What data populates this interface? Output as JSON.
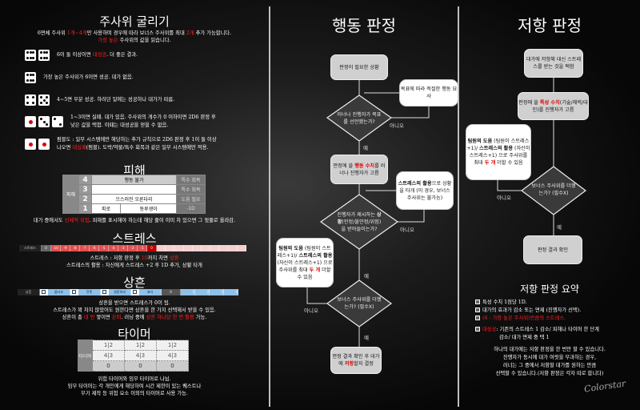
{
  "dice": {
    "title": "주사위 굴리기",
    "intro1": {
      "a": "6면체 주사위 ",
      "b": "1개~4개",
      "c": "만 사용하며 경우에 따라 보너스 주사위를 최대 ",
      "d": "2개",
      "e": " 추가 가능합니다."
    },
    "intro2": {
      "a": "가장 높은",
      "b": " 주사위의 값을 읽습니다."
    },
    "rows": [
      {
        "a": "6이 둘 이상이면 ",
        "b": "대성공",
        "c": ". 더 좋은 결과."
      },
      {
        "a": "가장 높은 주사위가 6이면 성공. 대가 없음."
      },
      {
        "a": "4~5면 부분 성공. 하려던 일에는 성공하나 대가가 따름."
      },
      {
        "a": "1~3이면 실패. 대가 있음. 주사위의 개수가 0 이하이면 2D6 판정 후",
        "b": "낮은 값을 택함. 이때는 대성공을 얻을 수 없음."
      },
      {
        "a": "펌블도 : 일부 시스템에만 해당하는 추가 규칙으로 2D6 판정 후 1이 둘 이상",
        "b": "나오면 ",
        "c": "대실패",
        "d": "(펌블). 도박/약물/특수 회복과 같은 일부 시스템에만 적용."
      }
    ]
  },
  "damage": {
    "title": "피해",
    "side": "피해",
    "rows": [
      {
        "num": "4",
        "cells": [
          "행동 불가"
        ],
        "right": "특수 회복"
      },
      {
        "num": "3",
        "cells": [
          ""
        ],
        "right": "특수 회복"
      },
      {
        "num": "2",
        "cells": [
          "으스러진 오른다리"
        ],
        "right": "도움 필요"
      },
      {
        "num": "1",
        "cells": [
          "피로",
          "동루생이"
        ],
        "right": "-1D"
      }
    ],
    "note": {
      "a": "대가 중에서도 ",
      "b": "신체적 위험",
      "c": ". 피해를 표시해야 하는데 해당 줄이 이미 차 있으면 그 윗줄로 올라감."
    }
  },
  "stress": {
    "title": "스트레스",
    "label": "스트레스",
    "zero": "0",
    "neg": [
      "-10",
      "-9",
      "-8",
      "-7",
      "-6",
      "-5",
      "-4",
      "-3",
      "-2",
      "-1"
    ],
    "current": "0",
    "pos": [
      "1",
      "2",
      "3",
      "4",
      "5",
      "6",
      "7",
      "8",
      "9",
      "10"
    ],
    "fill_color": "#e05050",
    "current_color": "#c00000",
    "line1": {
      "a": "스트레스 : 저항 판정 후 ",
      "b": "10",
      "c": "까지 차면 ",
      "d": "상흔"
    },
    "line2": "스트레스의 활용 : 자신에게 스트레스 +2 후 1D 추가, 상황 타개"
  },
  "trauma": {
    "title": "상흔",
    "label": "상흔",
    "items": [
      "불사조",
      "잔혹",
      "영혼파괴",
      "표식"
    ],
    "zero": "0",
    "levels": [
      "1",
      "2",
      "3",
      "4"
    ],
    "accent": "#8ec0ea",
    "line1": "상흔을 받으면 스트레스가 0이 됨.",
    "line2": "스트레스가 꽉 차지 않았어도 원한다면 상흔을 한 가지 선택해서 받을 수 있음.",
    "line3": {
      "a": "상흔이 총 ",
      "b": "네 번",
      "c": " 쌓이면 ",
      "d": "은퇴",
      "e": ". 러닝 중에 ",
      "f": "상흔 하나당 한 번 활용",
      "g": " 가능."
    }
  },
  "timer": {
    "title": "타이머",
    "label": "타이머",
    "clocks": [
      {
        "top": "1|2",
        "bottom": "4|3",
        "value": "0"
      },
      {
        "top": "1|2",
        "bottom": "4|3",
        "value": "0"
      },
      {
        "top": "1|2",
        "bottom": "4|3",
        "value": "0"
      }
    ],
    "line1": "위험 타이머와 임무 타이머로 나뉨.",
    "line2": "임무 타이머는 각 개인에게 해당하여 시간 제한이 있는 퀘스트나",
    "line3": "무기 제작 등 위험 요소 이외의 타이머로 사용 가능."
  },
  "action": {
    "title": "행동 판정",
    "start": "판정이 필요한 상황",
    "q1": "러너나 진행자가 목표를 선언했는가?",
    "describe": "목표에 따라 적절한 행동 묘사",
    "pick": {
      "a": "판정에 쓸 ",
      "b": "행동 수치",
      "c": "를 러너나 진행자가 고름"
    },
    "q2": {
      "a": "진행자가 제시하는 ",
      "b": "상황",
      "c": "(안정/불안정/위험)을 받아들이는가?"
    },
    "stressuse": {
      "a": "스트레스의 활용",
      "b": "으로 상황을 타개 (이 경우, 보너스 주사위는 불가능)"
    },
    "help": {
      "a": "팀원의 도움",
      "b": " (팀원이 스트레스+1)/ ",
      "c": "스트레스의 활용",
      "d": " (자신이 스트레스+1) 으로 주사위를 최대 ",
      "e": "두 개",
      "f": " 더할 수 있음"
    },
    "q3": "보너스 주사위를 더했는가? (필수X)",
    "end": {
      "a": "판정 결과 확인 후 대가에 ",
      "b": "저항",
      "c": "할지 결정"
    },
    "yes": "예",
    "no": "아니오"
  },
  "resist": {
    "title": "저항 판정",
    "start": "대가에 저항해 대신 스트레스를 받는 것을 택함",
    "pick": {
      "a": "판정에 쓸 ",
      "b": "특성 수치",
      "c": "(기술/체력/대인)를 진행자가 고름"
    },
    "help": {
      "a": "팀원의 도움",
      "b": " (팀원이 스트레스+1)/ ",
      "c": "스트레스의 활용",
      "d": " (자신이 스트레스+1) 으로 주사위를 최대 ",
      "e": "두 개",
      "f": " 더할 수 있음"
    },
    "q": "보너스 주사위를 더했는가? (필수X)",
    "end": "판정 결과 확인",
    "yes": "예",
    "no": "아니오",
    "summary_title": "저항 판정 요약",
    "bullets": [
      "특성 수치 1점당 1D.",
      "대가의 효과가 감소 또는 면제 (진행자가 선택).",
      "(6 - 가장 높은 주사위)만큼의 스트레스."
    ],
    "crit": {
      "a": "대성공",
      "b": ": 기존의 스트레스 1 감소/ 피해나 타이머 한 단계",
      "c": "감소/ 대가 면제 중 택 1"
    },
    "para": [
      "하나의 대가에는 저항 판정을 한 번만 할 수 있습니다.",
      "진행자가 동시에 대가 여럿을 부과하는 경우,",
      "러너는 그 중에서 저항할 대가를 원하는 만큼",
      "선택할 수 있습니다.(저항 판정은 각자 따로 합니다)"
    ],
    "logo": "Colorstar"
  }
}
